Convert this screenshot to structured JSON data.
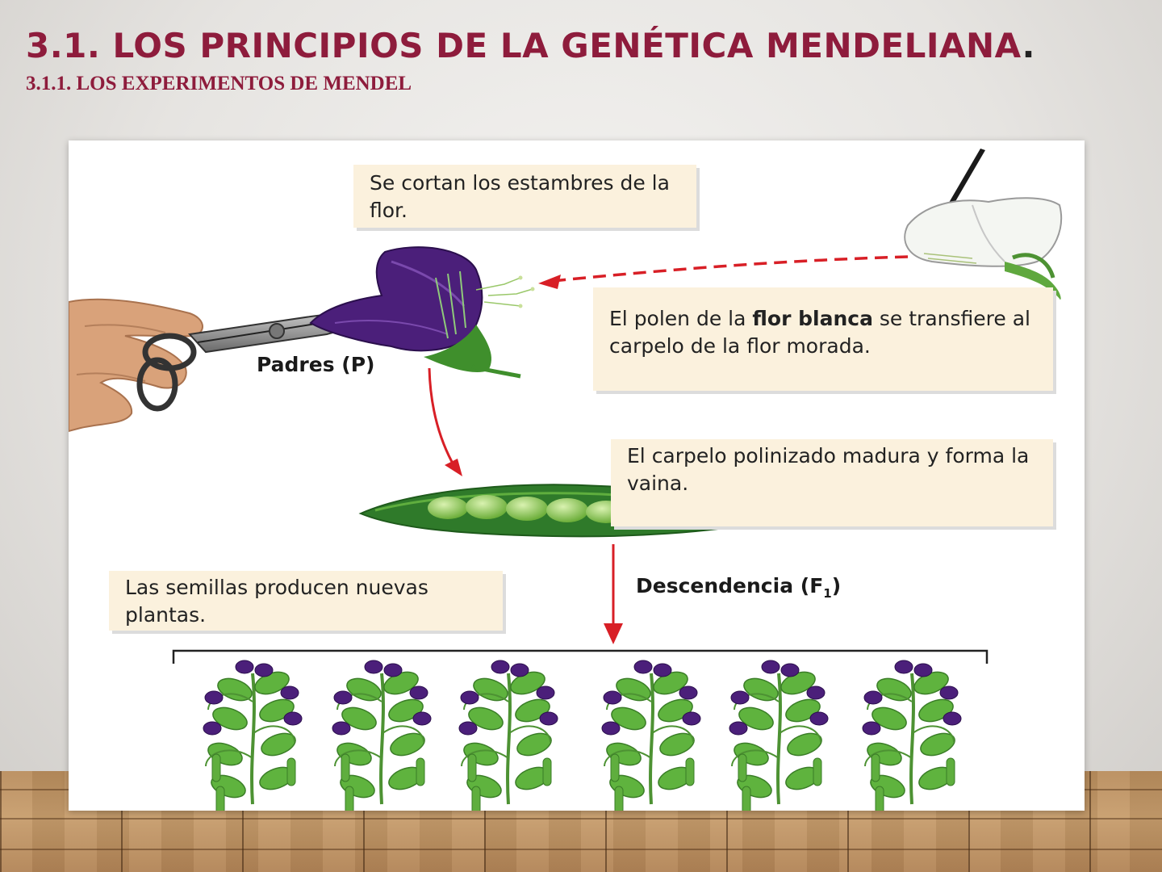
{
  "slide": {
    "title": "3.1. LOS PRINCIPIOS DE LA GENÉTICA MENDELIANA",
    "title_period": ".",
    "subtitle": "3.1.1. LOS EXPERIMENTOS DE MENDEL"
  },
  "diagram": {
    "callout_stamens": "Se cortan los estambres de la flor.",
    "callout_pollen_pre": "El polen de la ",
    "callout_pollen_bold": "flor blanca",
    "callout_pollen_post": " se transfiere al carpelo de la flor morada.",
    "callout_pod": "El carpelo polinizado madura y forma la vaina.",
    "callout_seeds": "Las semillas producen nuevas plantas.",
    "label_parents": "Padres (P)",
    "label_offspring": "Descendencia (F",
    "label_offspring_sub": "1",
    "label_offspring_close": ")",
    "colors": {
      "title": "#8e1c3c",
      "callout_bg": "#fbf1dd",
      "arrow": "#d81f26",
      "purple_flower": "#4b1f7a",
      "leaf_green": "#5fb33e"
    }
  }
}
